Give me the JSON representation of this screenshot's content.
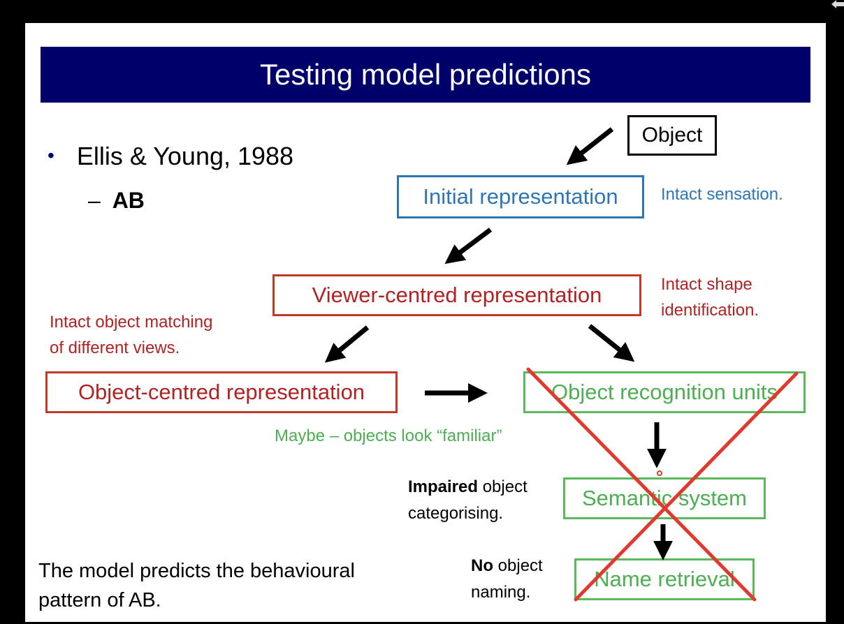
{
  "slide": {
    "title": "Testing model predictions",
    "bullet": "Ellis & Young, 1988",
    "sub_bullet_dash": "–",
    "sub_bullet": "AB",
    "boxes": {
      "object": "Object",
      "initial": "Initial representation",
      "viewer": "Viewer-centred representation",
      "object_centred": "Object-centred representation",
      "recognition_units": "Object recognition units",
      "semantic": "Semantic system",
      "name_retrieval": "Name retrieval"
    },
    "notes": {
      "intact_sensation": "Intact sensation.",
      "intact_shape_line1": "Intact shape",
      "intact_shape_line2": "identification.",
      "matching_line1": "Intact object matching",
      "matching_line2": "of different views.",
      "familiar": "Maybe – objects look “familiar”",
      "impaired_bold": "Impaired",
      "impaired_rest": " object",
      "impaired_line2": "categorising.",
      "no_bold": "No",
      "no_rest": " object",
      "no_line2": "naming.",
      "prediction_line1": "The model predicts the behavioural",
      "prediction_line2": "pattern of AB."
    }
  },
  "colors": {
    "title_bg": "#00006b",
    "blue": "#2e75b6",
    "red": "#b22222",
    "green": "#4caf50",
    "cross_red": "#e03a2f"
  },
  "icons": [
    "arrow-icon",
    "cross-out-mark",
    "cursor-dot-icon",
    "corner-arrow-icon"
  ]
}
